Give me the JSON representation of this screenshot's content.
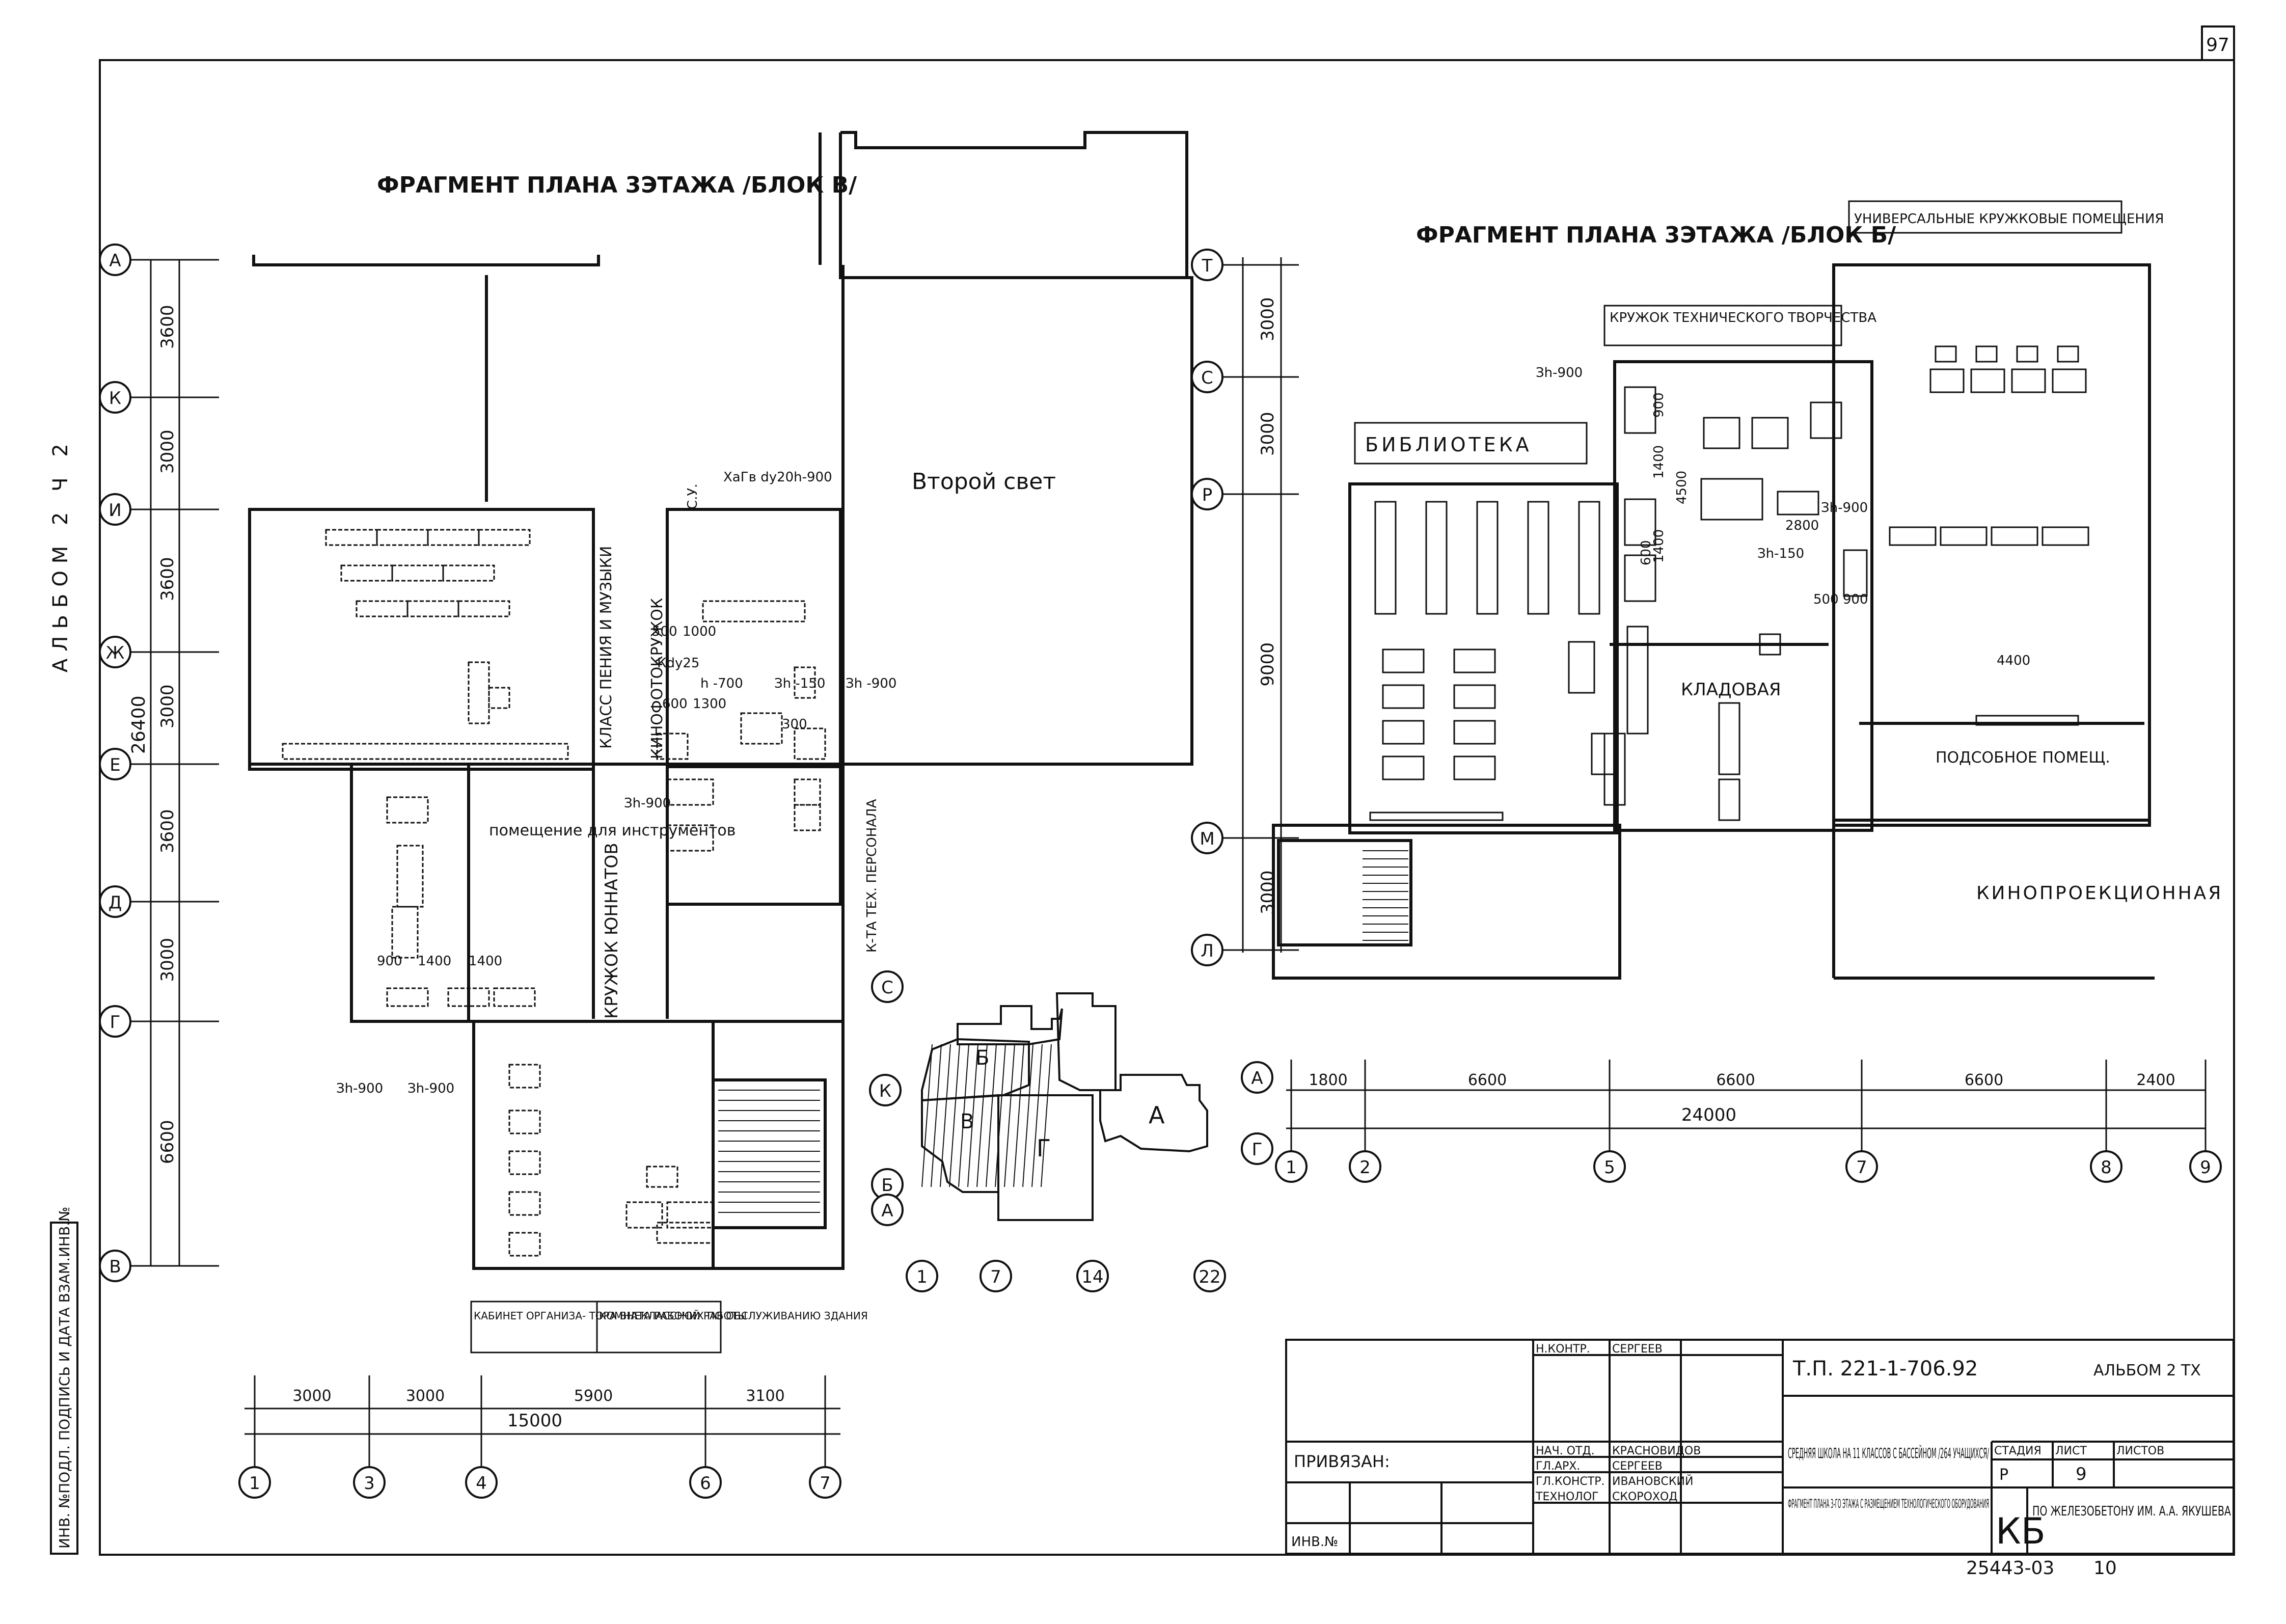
{
  "sheet": {
    "number": "97",
    "album_side": "АЛЬБОМ 2 Ч 2",
    "bottom_number": "25443-03",
    "bottom_page": "10"
  },
  "left_plan": {
    "title": "ФРАГМЕНТ ПЛАНА 3ЭТАЖА /БЛОК В/",
    "axes_rows": [
      "А",
      "К",
      "И",
      "Ж",
      "Е",
      "Д",
      "Г",
      "В"
    ],
    "row_dims": [
      "3600",
      "3000",
      "3600",
      "3000",
      "3600",
      "3000",
      "6600"
    ],
    "overall_dim": "26400",
    "axes_cols": [
      "1",
      "3",
      "4",
      "6",
      "7"
    ],
    "col_dims": [
      "3000",
      "3000",
      "5900",
      "3100"
    ],
    "col_overall": "15000",
    "rooms": {
      "second_light": "Второй свет",
      "singing": "КЛАСС ПЕНИЯ И МУЗЫКИ",
      "su": "С.У.",
      "photo": "КИНОФОТОКРУЖОК",
      "instruments": "помещение для инструментов",
      "naturalists": "КРУЖОК ЮННАТОВ",
      "staff": "К-ТА ТЕХ. ПЕРСОНАЛА",
      "cabinet_org": "КАБИНЕТ ОРГАНИЗА- ТОРА ВНЕКЛАССНОЙ РАБОТЫ",
      "workers": "КОМНАТА РАБОЧИХ ПО ОБСЛУЖИВАНИЮ ЗДАНИЯ"
    },
    "notes": {
      "hg": "ХаГв dу20h-900",
      "kd": "Кdу25",
      "h700": "h -700",
      "zh150": "Зh -150",
      "zh900a": "Зh -900",
      "zh900b": "Зh-900",
      "zh900c": "Зh-900",
      "zh900d": "Зh-900",
      "d600": "600",
      "d1300": "1300",
      "d500": "500",
      "d1000": "1000",
      "d300": "300",
      "d900": "900",
      "d1400a": "1400",
      "d1400b": "1400"
    }
  },
  "right_plan": {
    "title": "ФРАГМЕНТ ПЛАНА 3ЭТАЖА /БЛОК Б/",
    "axes_rows": [
      "Т",
      "С",
      "Р",
      "М",
      "Л"
    ],
    "row_dims": [
      "3000",
      "3000",
      "9000",
      "3000"
    ],
    "axes_cols": [
      "1",
      "2",
      "5",
      "7",
      "8",
      "9"
    ],
    "col_dims": [
      "1800",
      "6600",
      "6600",
      "6600",
      "2400"
    ],
    "col_overall": "24000",
    "rooms": {
      "library": "БИБЛИОТЕКА",
      "tech": "КРУЖОК ТЕХНИЧЕСКОГО ТВОРЧЕСТВА",
      "universal": "УНИВЕРСАЛЬНЫЕ КРУЖКОВЫЕ ПОМЕЩЕНИЯ",
      "storage": "КЛАДОВАЯ",
      "aux": "ПОДСОБНОЕ ПОМЕЩ.",
      "projection": "КИНОПРОЕКЦИОННАЯ"
    },
    "notes": {
      "zh900": "Зh-900",
      "zh150": "Зh-150",
      "zh900b": "Зh-900",
      "d2800": "2800",
      "d4400": "4400",
      "d500_900": "500 900",
      "d1400": "1400",
      "d4500": "4500",
      "d900": "900",
      "d600": "600",
      "d1400b": "1400"
    }
  },
  "key_plan": {
    "blocks": [
      "Б",
      "В",
      "Г",
      "А"
    ],
    "axes": [
      "С",
      "К",
      "Б",
      "А",
      "А",
      "Г"
    ],
    "cols": [
      "1",
      "7",
      "14",
      "22"
    ]
  },
  "stamp": {
    "code": "Т.П. 221-1-706.92",
    "album": "АЛЬБОМ 2 ТХ",
    "project": "СРЕДНЯЯ ШКОЛА НА 11 КЛАССОВ С БАССЕЙНОМ /264 УЧАЩИХСЯ/",
    "stage_label": "СТАДИЯ",
    "sheet_label": "ЛИСТ",
    "sheets_label": "ЛИСТОВ",
    "stage": "Р",
    "sheet": "9",
    "title": "ФРАГМЕНТ ПЛАНА 3-ГО ЭТАЖА С РАЗМЕЩЕНИЕМ ТЕХНОЛОГИЧЕСКОГО ОБОРУДОВАНИЯ",
    "org_mark": "КБ",
    "org": "ПО ЖЕЛЕЗОБЕТОНУ ИМ. А.А. ЯКУШЕВА",
    "privyazan": "ПРИВЯЗАН:",
    "inv": "ИНВ.№",
    "roles": [
      {
        "role": "Н.КОНТР.",
        "name": "СЕРГЕЕВ"
      },
      {
        "role": "НАЧ. ОТД.",
        "name": "КРАСНОВИДОВ"
      },
      {
        "role": "ГЛ.АРХ.",
        "name": "СЕРГЕЕВ"
      },
      {
        "role": "ГЛ.КОНСТР.",
        "name": "ИВАНОВСКИЙ"
      },
      {
        "role": "ТЕХНОЛОГ",
        "name": "СКОРОХОД"
      }
    ],
    "side_stamp": "ИНВ. №ПОДЛ. ПОДПИСЬ И ДАТА ВЗАМ.ИНВ.№"
  },
  "colors": {
    "ink": "#111111",
    "paper": "#ffffff"
  }
}
